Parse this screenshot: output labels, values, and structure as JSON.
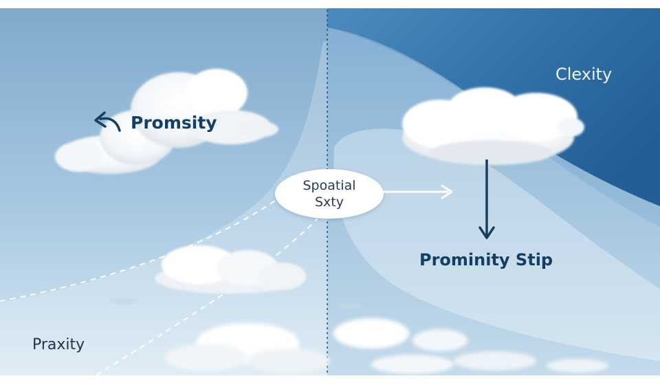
{
  "labels": {
    "promsity": "Promsity",
    "prominity_stip": "Prominity Stip",
    "clexity": "Clexity",
    "praxity": "Praxity",
    "center_line1": "Spoatial",
    "center_line2": "Sxty"
  },
  "colors": {
    "sky_top": "#7fa9cc",
    "sky_deep": "#2d6fa8",
    "sky_pale": "#dbe9f3",
    "label_dark": "#123f63",
    "arrow_dark": "#163f5f"
  },
  "icons": {
    "back_arrow": "curved-arrow-left-icon",
    "right_arrow": "arrow-right-icon",
    "down_arrow": "arrow-down-icon"
  }
}
